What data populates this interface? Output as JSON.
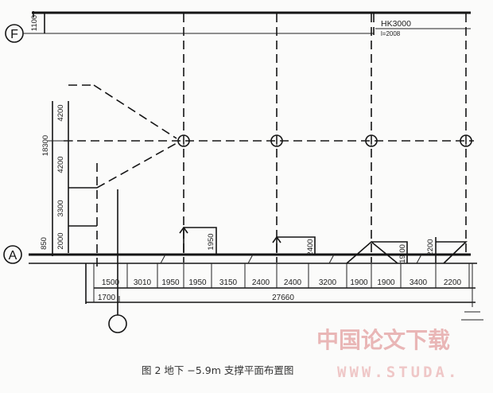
{
  "grid_axes": {
    "top": "F",
    "bottom": "A"
  },
  "top_left_dimension": "1100",
  "beam_label": {
    "name": "HK3000",
    "spec": "l=2008"
  },
  "left_dimensions": {
    "total": "18300",
    "segments": [
      "4200",
      "4200",
      "3300",
      "2000"
    ],
    "bottom_offset": "850"
  },
  "bottom_row1": [
    "1500",
    "3010",
    "1950",
    "1950",
    "3150",
    "2400",
    "2400",
    "3200",
    "1900",
    "1900",
    "3400",
    "2200"
  ],
  "bottom_row2": {
    "left": "1700",
    "total": "27660"
  },
  "vertical_labels": [
    "1950",
    "2400",
    "19.00",
    "2200"
  ],
  "caption": "图 2    地下 −5.9m 支撑平面布置图",
  "watermark": {
    "text": "中国论文下载",
    "url": "WWW.STUDA."
  },
  "colors": {
    "line": "#151515",
    "watermark": "#e9b6b6",
    "background": "#fbfbfa"
  }
}
